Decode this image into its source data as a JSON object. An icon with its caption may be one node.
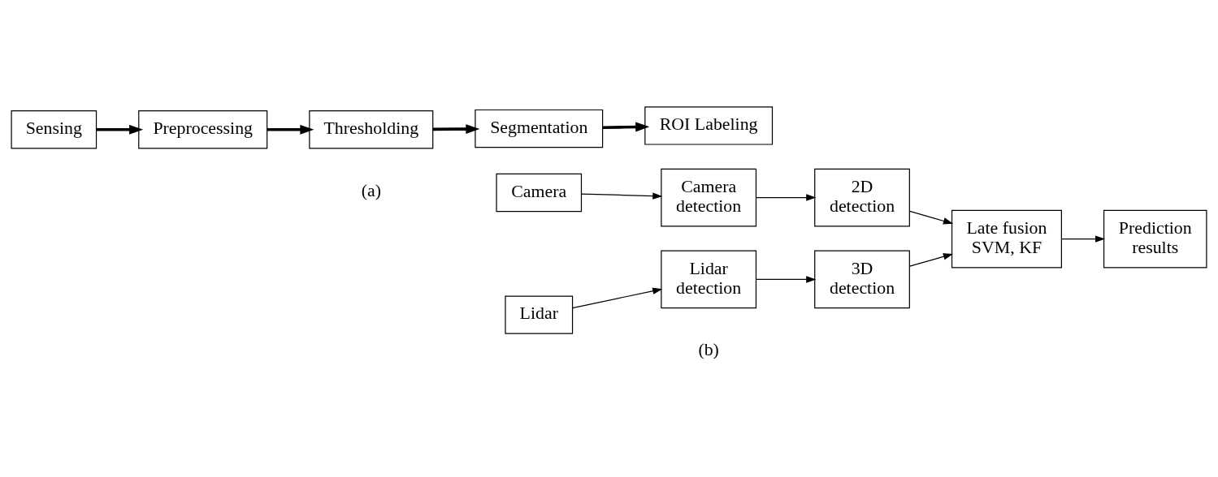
{
  "diagram": {
    "nodes": [
      {
        "text": [
          "Sensing"
        ]
      },
      {
        "text": [
          "Preprocessing"
        ]
      },
      {
        "text": [
          "Thresholding"
        ]
      },
      {
        "text": [
          "Segmentation"
        ]
      },
      {
        "text": [
          "ROI Labeling"
        ]
      },
      {
        "text": [
          "Camera"
        ]
      },
      {
        "text": [
          "Camera detection"
        ]
      },
      {
        "text": [
          "2D detection"
        ]
      },
      {
        "text": [
          "Late fusion SVM, KF"
        ]
      },
      {
        "text": [
          "Prediction results"
        ]
      },
      {
        "text": [
          "Lidar"
        ]
      },
      {
        "text": [
          "Lidar detection"
        ]
      },
      {
        "text": [
          "3D detection"
        ]
      }
    ],
    "edges": [
      {
        "from": 0,
        "to": 1,
        "arrow": "to",
        "style": "thick"
      },
      {
        "from": 1,
        "to": 2,
        "arrow": "to",
        "style": "thick"
      },
      {
        "from": 2,
        "to": 3,
        "arrow": "to",
        "style": "thick"
      },
      {
        "from": 3,
        "to": 4,
        "arrow": "to",
        "style": "thick"
      },
      {
        "from": 5,
        "to": 6,
        "arrow": "to"
      },
      {
        "from": 6,
        "to": 7,
        "arrow": "to"
      },
      {
        "from": 7,
        "to": 8,
        "arrow": "to"
      },
      {
        "from": 8,
        "to": 9,
        "arrow": "to"
      },
      {
        "from": 10,
        "to": 11,
        "arrow": "to"
      },
      {
        "from": 11,
        "to": 12,
        "arrow": "to"
      },
      {
        "from": 12,
        "to": 8,
        "arrow": "to"
      }
    ],
    "labels": [
      "(a)",
      "(b)"
    ]
  }
}
